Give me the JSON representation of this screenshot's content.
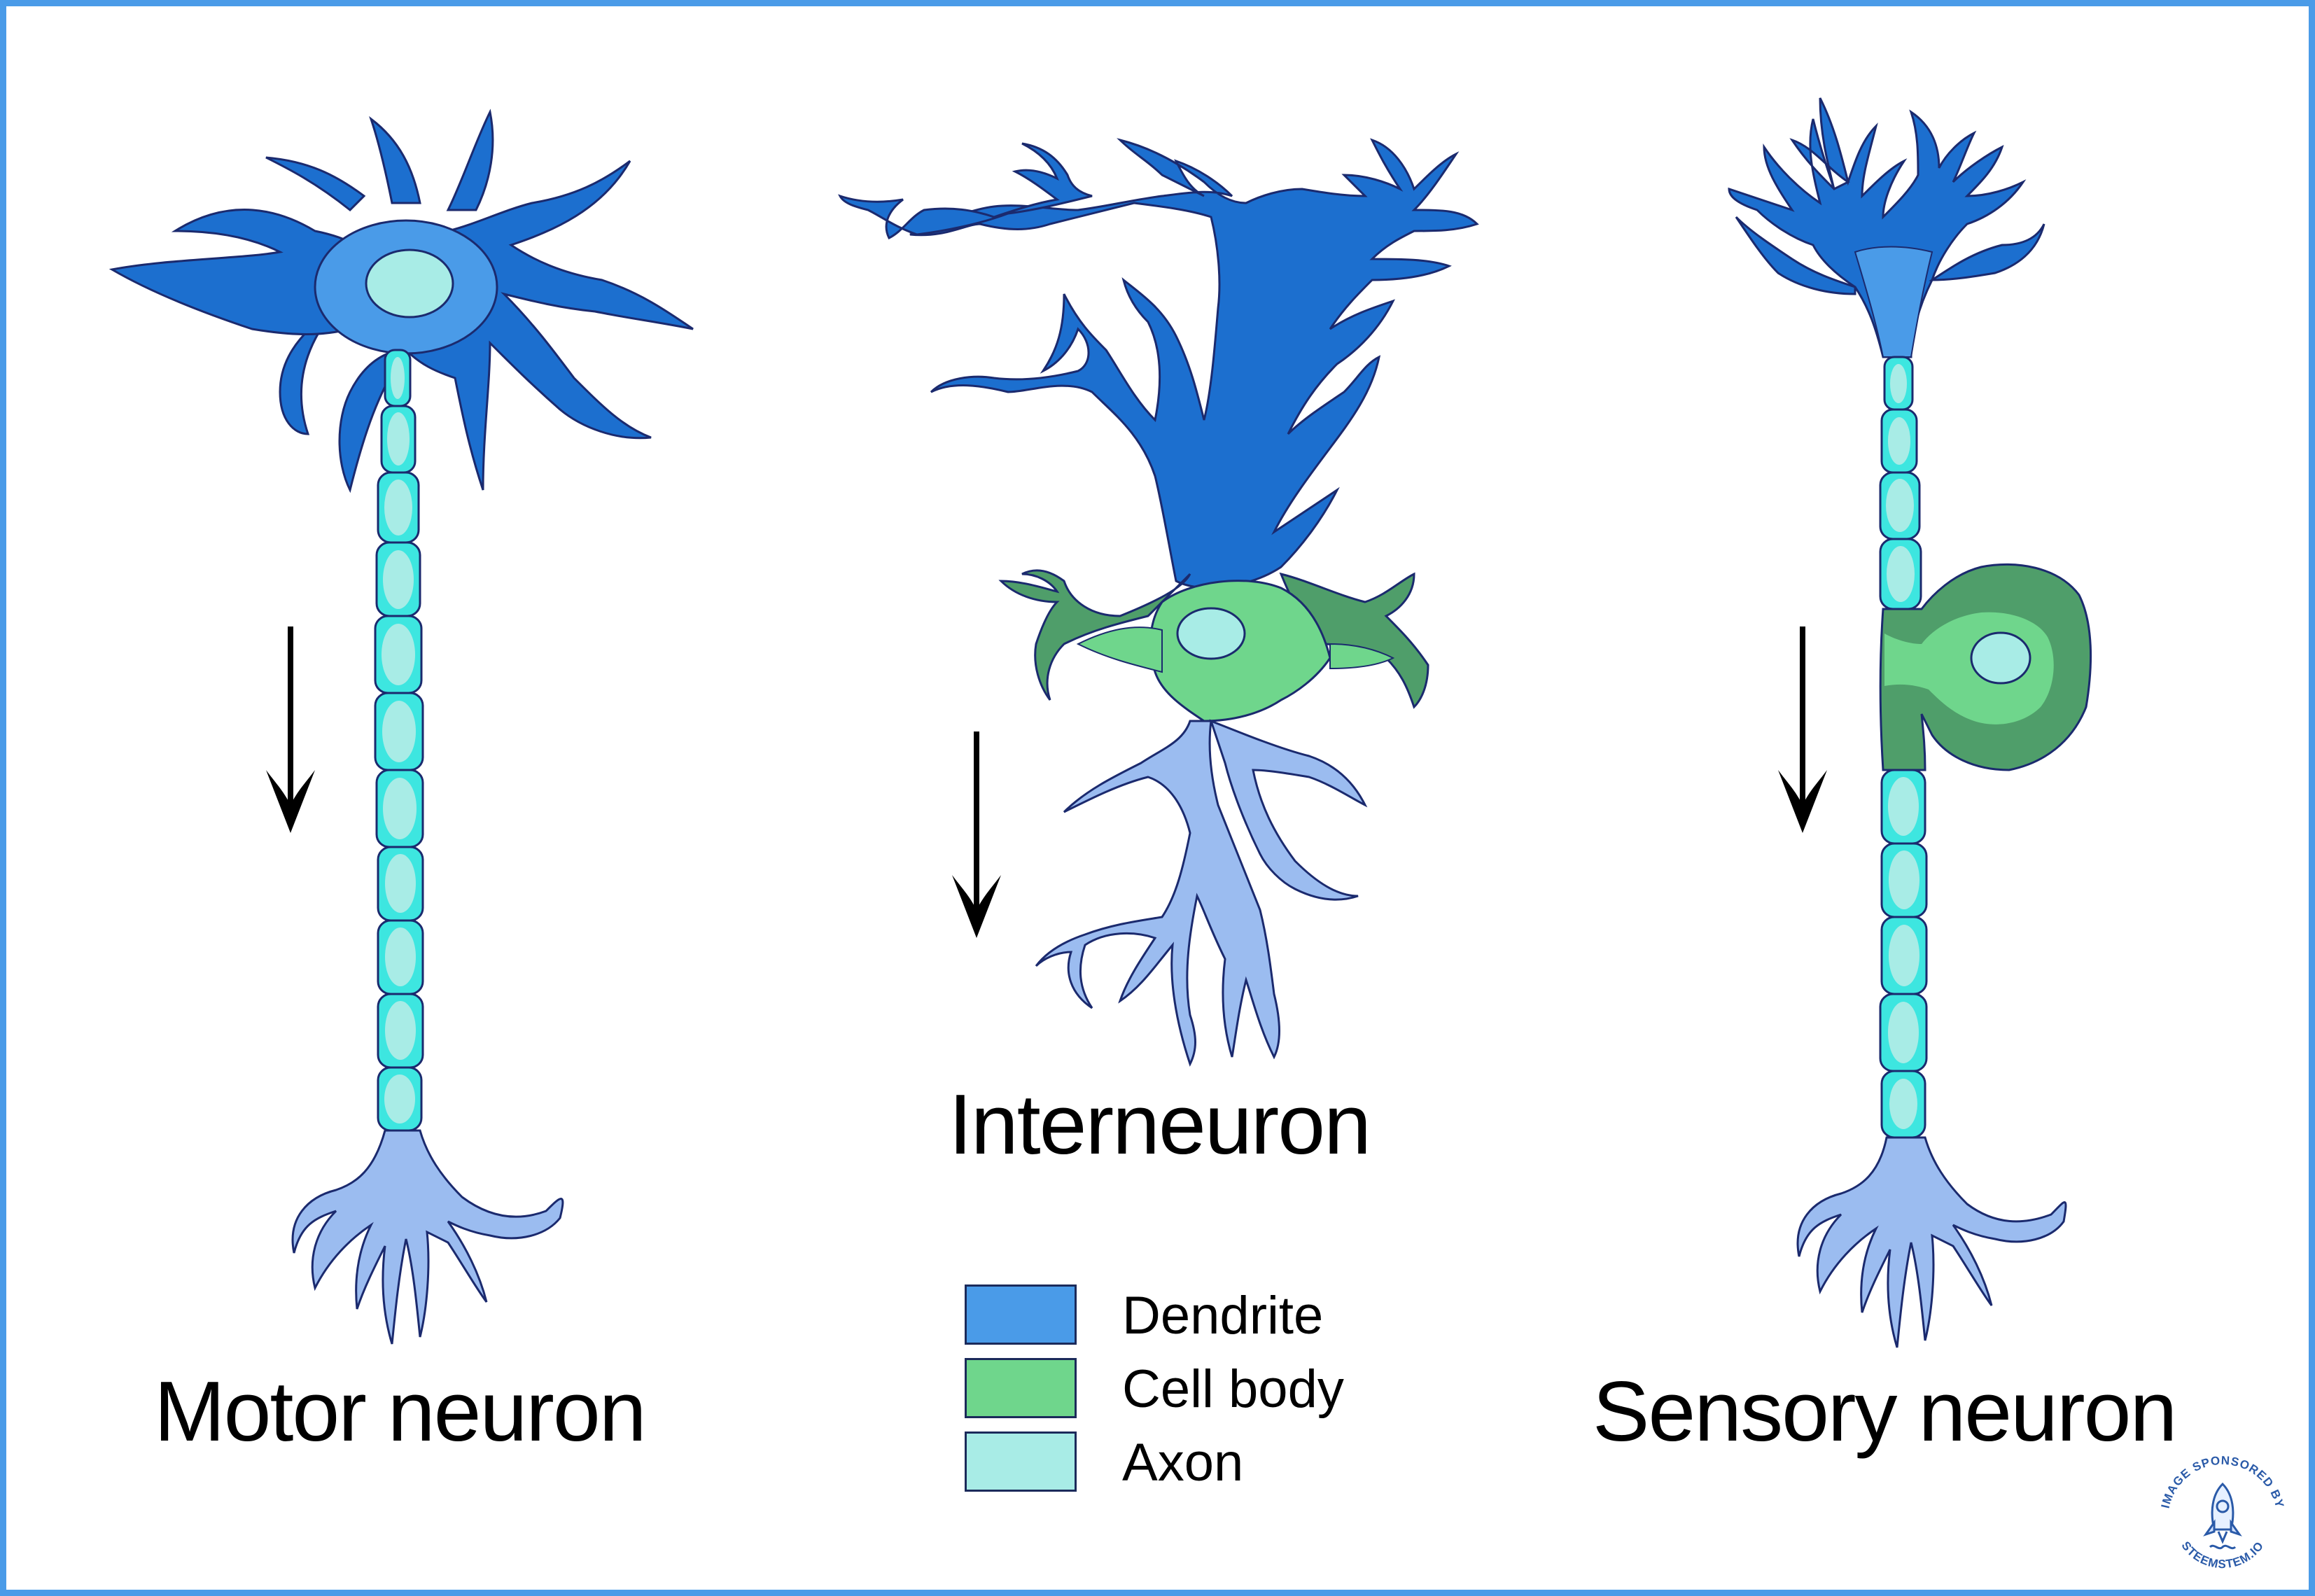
{
  "titles": {
    "motor": "Motor neuron",
    "inter": "Interneuron",
    "sensory": "Sensory neuron"
  },
  "legend": [
    {
      "label": "Dendrite",
      "color": "#4a9be8"
    },
    {
      "label": "Cell body",
      "color": "#6fd68c"
    },
    {
      "label": "Axon",
      "color": "#a8ece6"
    }
  ],
  "colors": {
    "dendrite": "#1c6fcf",
    "dendrite_light": "#4a9be8",
    "body": "#6fd68c",
    "body_dark": "#4f9e6a",
    "nucleus": "#a8ece6",
    "axon_segment": "#3de6e0",
    "axon_segment_light": "#a8ece6",
    "terminal": "#9bbcf0",
    "outline": "#1b2a6e",
    "frame": "#4a9be8"
  },
  "badge": {
    "text_top": "IMAGE SPONSORED BY",
    "text_bottom": "STEEMSTEM.IO"
  }
}
